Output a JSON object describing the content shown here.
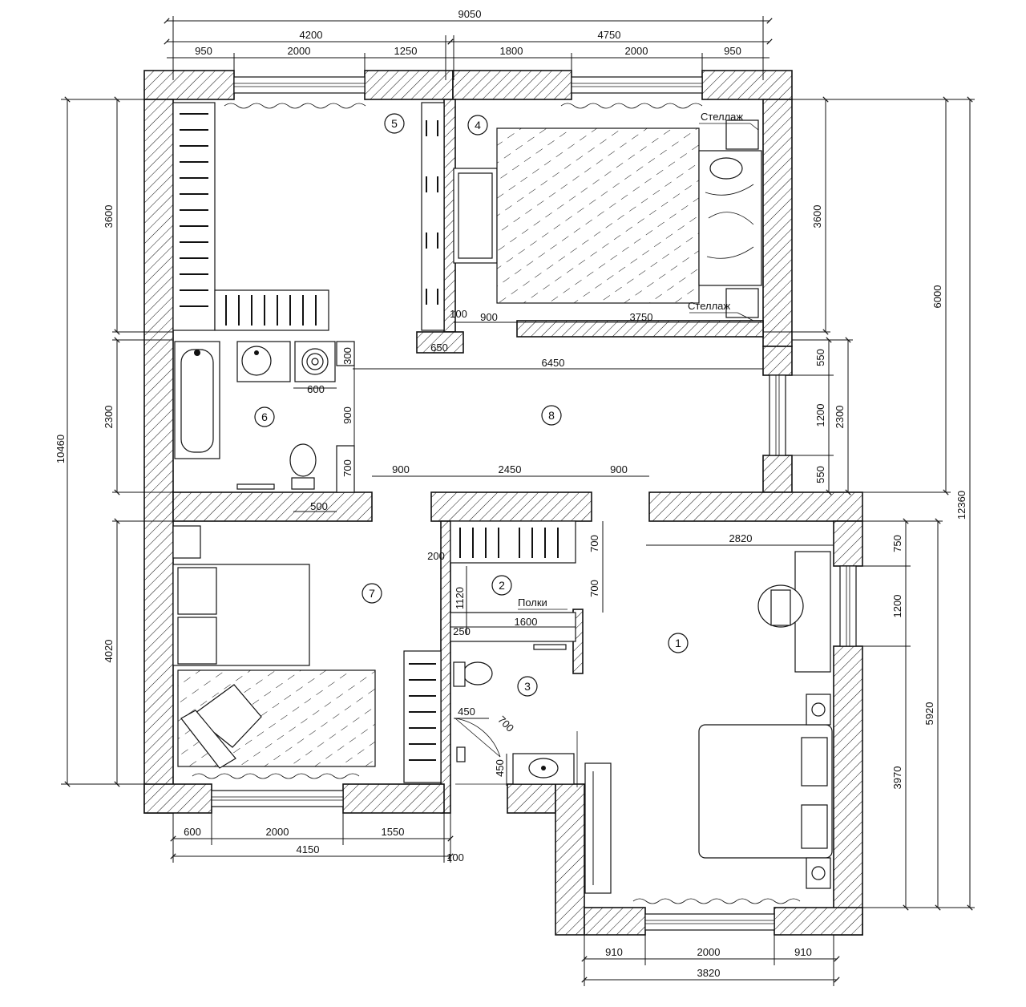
{
  "dimensions": {
    "top_total": "9050",
    "top_left": "4200",
    "top_right": "4750",
    "top_l_950": "950",
    "top_l_2000": "2000",
    "top_l_1250": "1250",
    "top_r_1800": "1800",
    "top_r_2000": "2000",
    "top_r_950": "950",
    "left_total": "10460",
    "left_3600": "3600",
    "left_2300": "2300",
    "left_4020": "4020",
    "right_3600": "3600",
    "right_6000": "6000",
    "right_12360": "12360",
    "right_550_top": "550",
    "right_1200_top": "1200",
    "right_2300": "2300",
    "right_550_bottom": "550",
    "right_750": "750",
    "right_1200_bottom": "1200",
    "right_5920": "5920",
    "right_3970": "3970",
    "bed4_100": "100",
    "bed4_900": "900",
    "bed4_3750": "3750",
    "closet_650": "650",
    "hall_6450": "6450",
    "bath_600": "600",
    "bath_300": "300",
    "bath_900": "900",
    "bath_700": "700",
    "bath_500": "500",
    "door_900_left": "900",
    "wall_2450": "2450",
    "door_900_right": "900",
    "room1_2820": "2820",
    "closet2_200": "200",
    "closet2_700_a": "700",
    "closet2_700_b": "700",
    "closet2_1120": "1120",
    "closet2_250": "250",
    "closet2_1600": "1600",
    "wc_450_a": "450",
    "wc_700": "700",
    "wc_450_b": "450",
    "bottom_600": "600",
    "bottom_2000_left": "2000",
    "bottom_1550": "1550",
    "bottom_4150": "4150",
    "bottom_100": "100",
    "bottom_910_left": "910",
    "bottom_2000_right": "2000",
    "bottom_910_right": "910",
    "bottom_3820": "3820"
  },
  "notes": {
    "shelf_top": "Стеллаж",
    "shelf_bottom": "Стеллаж",
    "shelves": "Полки"
  },
  "rooms": [
    "1",
    "2",
    "3",
    "4",
    "5",
    "6",
    "7",
    "8"
  ]
}
